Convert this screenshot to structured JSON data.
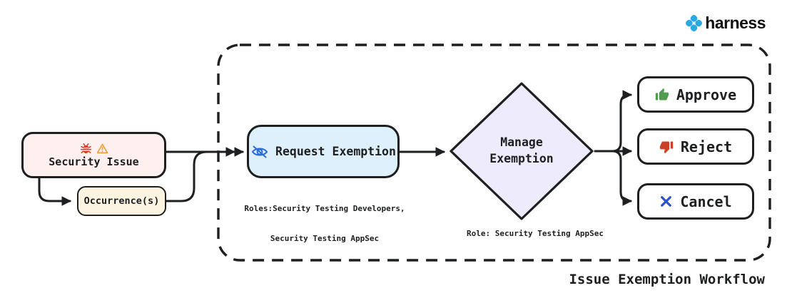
{
  "logo": {
    "brand": "harness",
    "icon": "harness-clover-icon",
    "icon_color": "#2BA9E3"
  },
  "workflow": {
    "title": "Issue Exemption Workflow",
    "container": {
      "style": "dashed-rounded-rect"
    },
    "nodes": {
      "security_issue": {
        "label": "Security Issue",
        "icons": [
          "bug-icon",
          "warning-icon"
        ],
        "bg": "#FDF0EF"
      },
      "occurrences": {
        "label": "Occurrence(s)",
        "bg": "#FCF3E0"
      },
      "request_exemption": {
        "label": "Request Exemption",
        "icon": "eye-off-icon",
        "bg": "#DEF0FB",
        "roles_line1": "Roles:Security Testing Developers,",
        "roles_line2": "Security Testing AppSec"
      },
      "manage_exemption": {
        "label_line1": "Manage",
        "label_line2": "Exemption",
        "shape": "diamond",
        "bg": "#EDEBFC",
        "role_caption": "Role: Security Testing AppSec"
      },
      "approve": {
        "label": "Approve",
        "icon": "thumb-up-icon",
        "icon_color": "#4F9E4E"
      },
      "reject": {
        "label": "Reject",
        "icon": "thumb-down-icon",
        "icon_color": "#CC4125"
      },
      "cancel": {
        "label": "Cancel",
        "icon": "x-icon",
        "icon_color": "#2B52CC"
      }
    },
    "colors": {
      "stroke": "#1D1F20",
      "eye_icon": "#2A6BD7",
      "bug_icon": "#D93A23",
      "warning_icon": "#EDA33B"
    },
    "edges": [
      "security_issue -> request_exemption",
      "security_issue -> occurrences",
      "occurrences -> request_exemption",
      "request_exemption -> manage_exemption",
      "manage_exemption -> approve",
      "manage_exemption -> reject",
      "manage_exemption -> cancel"
    ]
  }
}
